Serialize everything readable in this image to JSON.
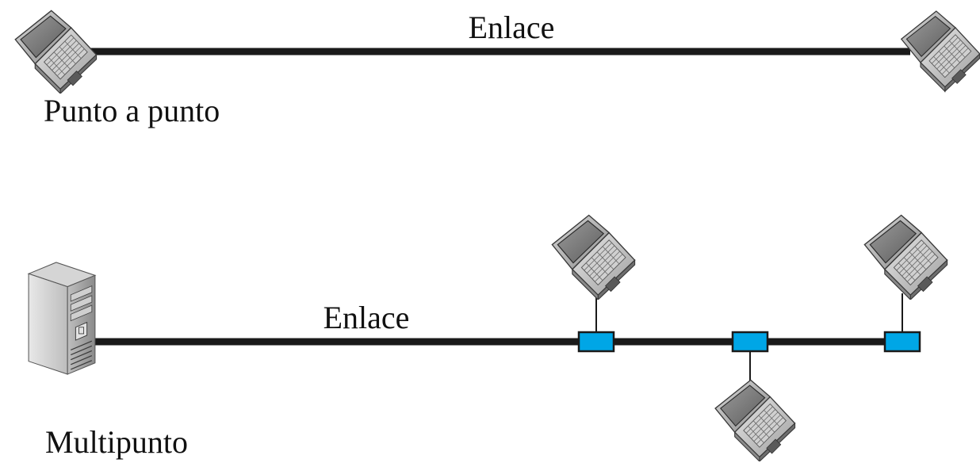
{
  "point_to_point": {
    "link_label": "Enlace",
    "caption": "Punto a punto"
  },
  "multipoint": {
    "link_label": "Enlace",
    "caption": "Multipunto"
  },
  "colors": {
    "link": "#1a1a1a",
    "tap": "#00a6e6",
    "tap_border": "#1a1a1a",
    "background": "#ffffff"
  },
  "icons": {
    "laptop": "laptop-icon",
    "server": "server-icon"
  }
}
